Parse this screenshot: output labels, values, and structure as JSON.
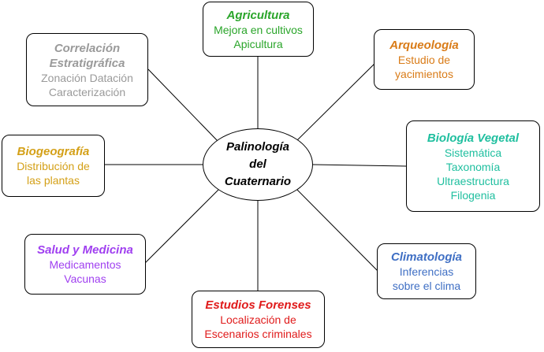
{
  "center": {
    "lines": [
      "Palinología",
      "del",
      "Cuaternario"
    ]
  },
  "nodes": [
    {
      "key": "agricultura",
      "color": "#2aa52a",
      "title": [
        "Agricultura"
      ],
      "items": [
        "Mejora en cultivos",
        "Apicultura"
      ]
    },
    {
      "key": "arqueologia",
      "color": "#d97b17",
      "title": [
        "Arqueología"
      ],
      "items": [
        "Estudio de",
        "yacimientos"
      ]
    },
    {
      "key": "biologia-vegetal",
      "color": "#1fbf9f",
      "title": [
        "Biología Vegetal"
      ],
      "items": [
        "Sistemática",
        "Taxonomía",
        "Ultraestructura",
        "Filogenia"
      ]
    },
    {
      "key": "climatologia",
      "color": "#3f6fc4",
      "title": [
        "Climatología"
      ],
      "items": [
        "Inferencias",
        "sobre el clima"
      ]
    },
    {
      "key": "estudios-forenses",
      "color": "#e01b1b",
      "title": [
        "Estudios Forenses"
      ],
      "items": [
        "Localización de",
        "Escenarios criminales"
      ]
    },
    {
      "key": "salud-medicina",
      "color": "#a040f0",
      "title": [
        "Salud y Medicina"
      ],
      "items": [
        "Medicamentos",
        "Vacunas"
      ]
    },
    {
      "key": "biogeografia",
      "color": "#d4a017",
      "title": [
        "Biogeografía"
      ],
      "items": [
        "Distribución de",
        "las plantas"
      ]
    },
    {
      "key": "correlacion-estratigrafica",
      "color": "#9a9a9a",
      "title": [
        "Correlación",
        "Estratigráfica"
      ],
      "items": [
        "Zonación Datación",
        "Caracterización"
      ]
    }
  ]
}
